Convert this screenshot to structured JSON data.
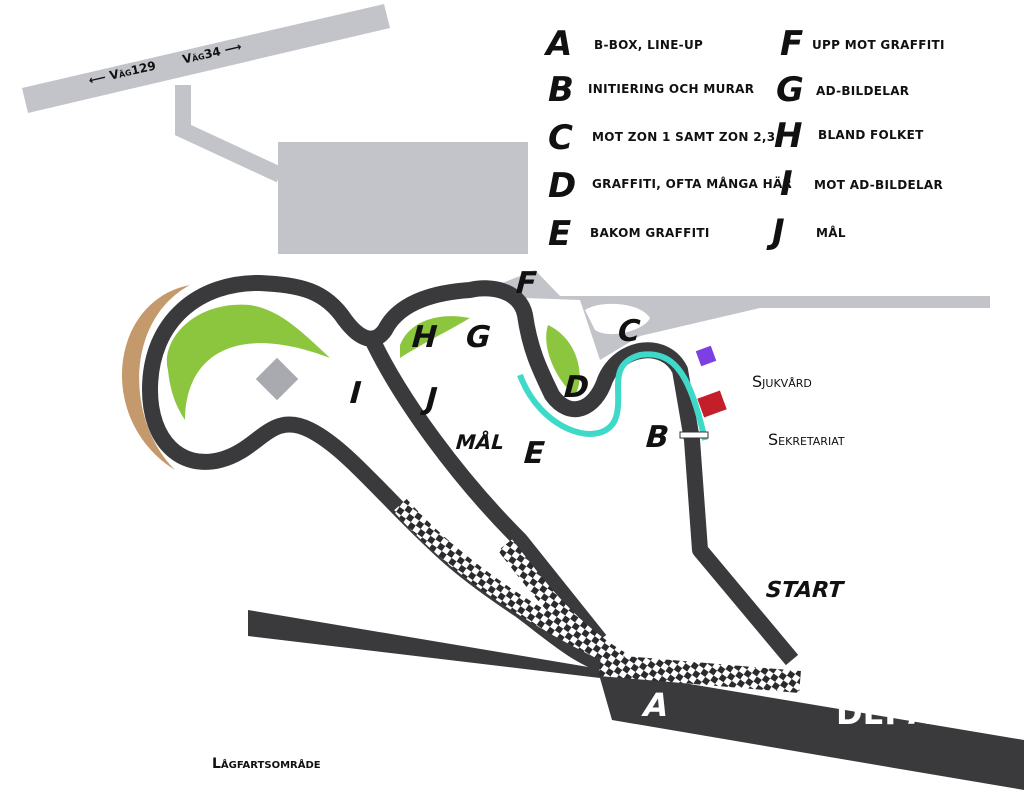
{
  "roads": {
    "left_label": "Väg129",
    "right_label": "Väg34"
  },
  "legend": [
    {
      "letter": "A",
      "text": "B-BOX, LINE-UP"
    },
    {
      "letter": "B",
      "text": "INITIERING OCH MURAR"
    },
    {
      "letter": "C",
      "text": "MOT ZON 1 SAMT ZON 2,3"
    },
    {
      "letter": "D",
      "text": "GRAFFITI, OFTA MÅNGA HÄR"
    },
    {
      "letter": "E",
      "text": "BAKOM GRAFFITI"
    },
    {
      "letter": "F",
      "text": "UPP MOT GRAFFITI"
    },
    {
      "letter": "G",
      "text": "AD-BILDELAR"
    },
    {
      "letter": "H",
      "text": "BLAND FOLKET"
    },
    {
      "letter": "I",
      "text": "MOT AD-BILDELAR"
    },
    {
      "letter": "J",
      "text": "MÅL"
    }
  ],
  "map_labels": {
    "a": "A",
    "b": "B",
    "c": "C",
    "d": "D",
    "e": "E",
    "f": "F",
    "g": "G",
    "h": "H",
    "i": "I",
    "j": "J",
    "mal": "MÅL",
    "start": "START",
    "depa": "DEPÅ",
    "sjukvard": "Sjukvård",
    "sekretariat": "Sekretariat",
    "lagfart": "Lågfartsområde"
  },
  "colors": {
    "track": "#3a3a3d",
    "grey_area": "#c3c4c9",
    "grass": "#8cc63f",
    "sand": "#c49a6c",
    "zone_cyan": "#3ed9c8",
    "medical": "#7b3fe4",
    "secretariat": "#c41e2a"
  }
}
